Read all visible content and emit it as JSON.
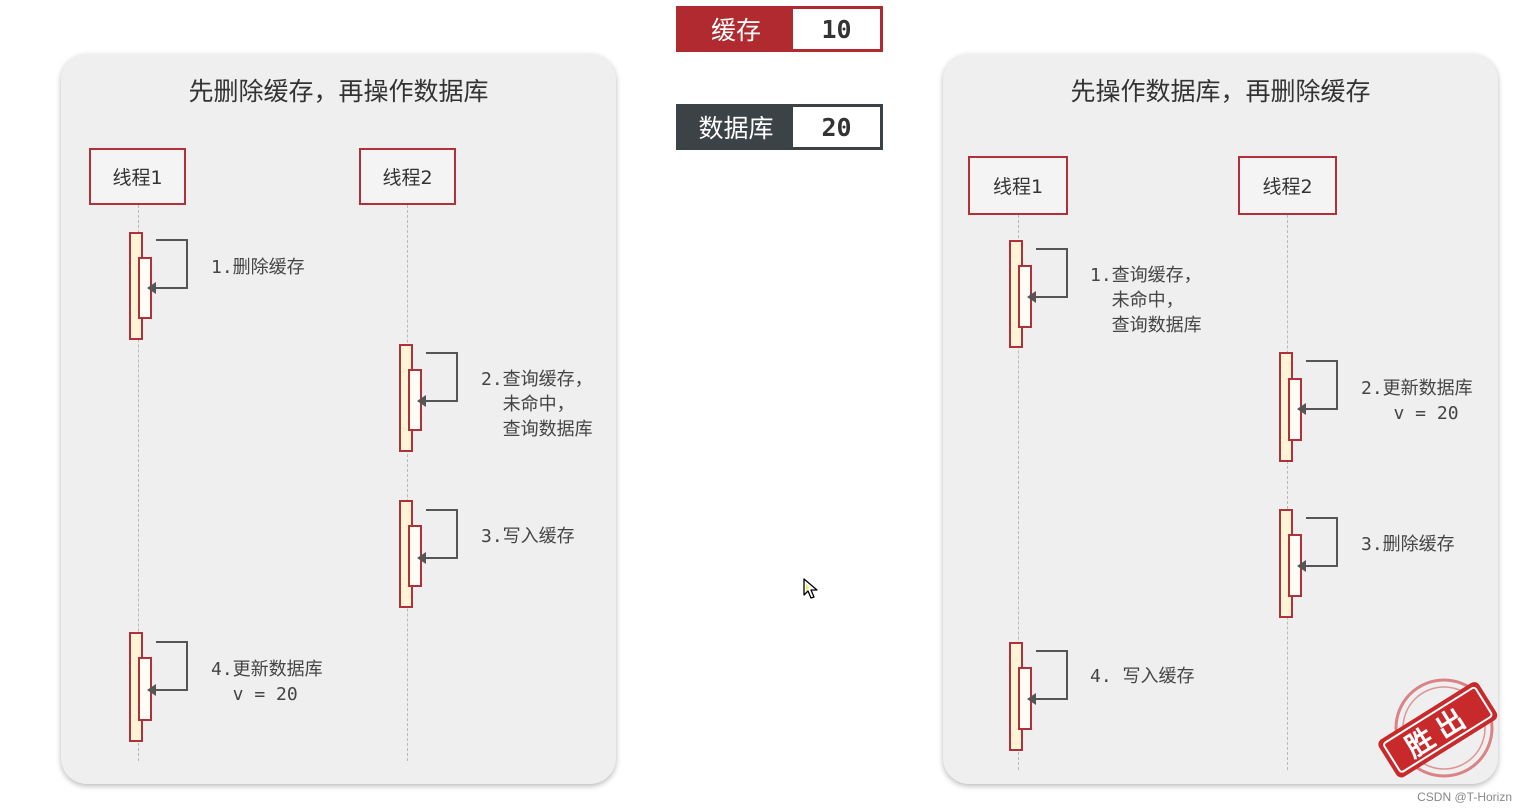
{
  "top_values": {
    "cache": {
      "label": "缓存",
      "value": "10"
    },
    "database": {
      "label": "数据库",
      "value": "20"
    }
  },
  "left_diagram": {
    "title": "先删除缓存，再操作数据库",
    "thread1": "线程1",
    "thread2": "线程2",
    "steps": [
      {
        "text": "1.删除缓存"
      },
      {
        "text": "2.查询缓存，\n  未命中，\n  查询数据库"
      },
      {
        "text": "3.写入缓存"
      },
      {
        "text": "4.更新数据库\n  v = 20"
      }
    ]
  },
  "right_diagram": {
    "title": "先操作数据库，再删除缓存",
    "thread1": "线程1",
    "thread2": "线程2",
    "steps": [
      {
        "text": "1.查询缓存，\n  未命中，\n  查询数据库"
      },
      {
        "text": "2.更新数据库\n   v = 20"
      },
      {
        "text": "3.删除缓存"
      },
      {
        "text": "4. 写入缓存"
      }
    ],
    "stamp_text": "胜出"
  },
  "watermark": "CSDN @T-Horizn",
  "colors": {
    "accent_red": "#b02a2f",
    "dark_gray": "#3c4346",
    "activation_fill": "#fff5d6",
    "panel_bg": "#efefef"
  },
  "icons": {
    "cursor": "mouse-pointer-icon",
    "stamp": "winner-stamp"
  }
}
